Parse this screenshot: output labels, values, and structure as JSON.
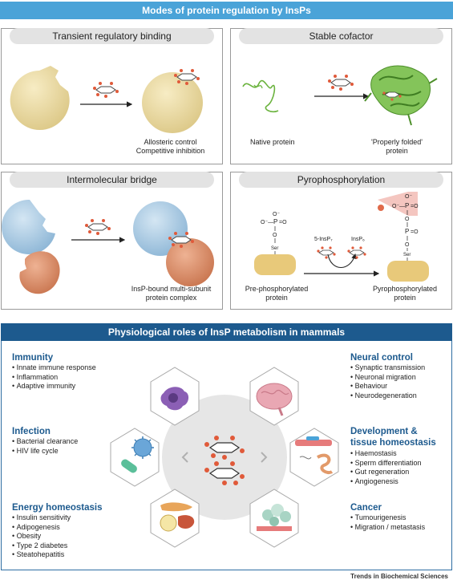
{
  "header_top": "Modes of protein regulation by InsPs",
  "panels": {
    "transient": {
      "title": "Transient regulatory binding",
      "caption_1": "Allosteric control",
      "caption_2": "Competitive inhibition"
    },
    "stable": {
      "title": "Stable cofactor",
      "left_label": "Native protein",
      "right_label_1": "'Properly folded'",
      "right_label_2": "protein"
    },
    "bridge": {
      "title": "Intermolecular bridge",
      "caption_1": "InsP-bound multi-subunit",
      "caption_2": "protein complex"
    },
    "pyro": {
      "title": "Pyrophosphorylation",
      "left_label_1": "Pre-phosphorylated",
      "left_label_2": "protein",
      "right_label_1": "Pyrophosphorylated",
      "right_label_2": "protein",
      "reagent_left": "5-InsP₇",
      "reagent_right": "InsP₆",
      "ser": "Ser",
      "o_minus": "O⁻",
      "p": "P",
      "o": "O"
    }
  },
  "header_bottom": "Physiological roles of InsP metabolism in mammals",
  "roles": {
    "immunity": {
      "title": "Immunity",
      "items": [
        "Innate immune response",
        "Inflammation",
        "Adaptive immunity"
      ]
    },
    "infection": {
      "title": "Infection",
      "items": [
        "Bacterial clearance",
        "HIV life cycle"
      ]
    },
    "energy": {
      "title": "Energy homeostasis",
      "items": [
        "Insulin sensitivity",
        "Adipogenesis",
        "Obesity",
        "Type 2 diabetes",
        "Steatohepatitis"
      ]
    },
    "neural": {
      "title": "Neural control",
      "items": [
        "Synaptic transmission",
        "Neuronal migration",
        "Behaviour",
        "Neurodegeneration"
      ]
    },
    "development": {
      "title_1": "Development &",
      "title_2": "tissue homeostasis",
      "items": [
        "Haemostasis",
        "Sperm differentiation",
        "Gut regeneration",
        "Angiogenesis"
      ]
    },
    "cancer": {
      "title": "Cancer",
      "items": [
        "Tumourigenesis",
        "Migration / metastasis"
      ]
    }
  },
  "footer": "Trends in Biochemical Sciences",
  "colors": {
    "header": "#4aa3d8",
    "title_blue": "#1d5a8e",
    "yellow": "#efdfa8",
    "blue_protein": "#a9cbe3",
    "orange_protein": "#dd9572",
    "green": "#6bb33e"
  }
}
